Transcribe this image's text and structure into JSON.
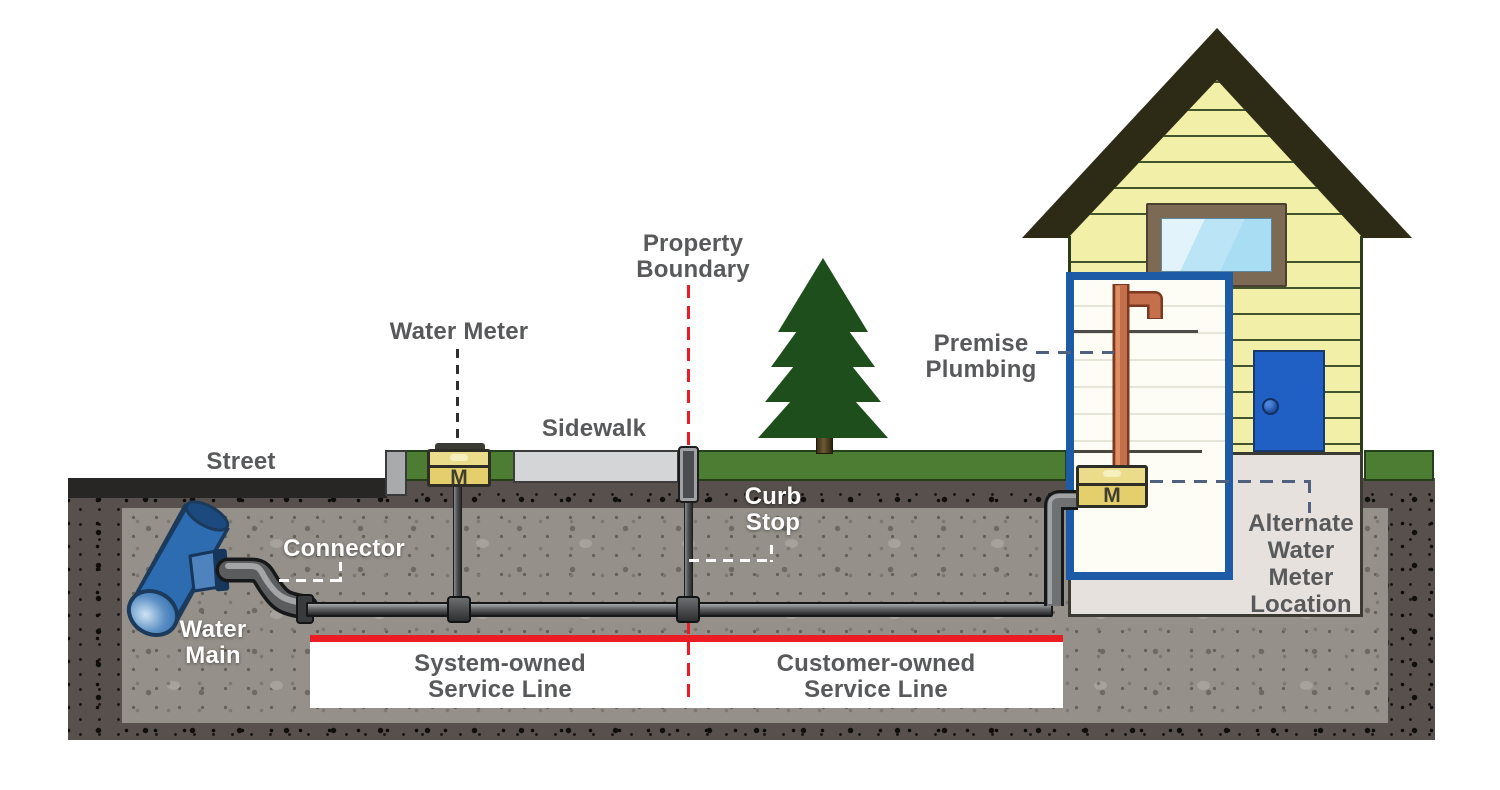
{
  "diagram": {
    "type": "water-service-line-cross-section",
    "title": "Water service line ownership diagram"
  },
  "labels": {
    "street": "Street",
    "water_meter": "Water Meter",
    "sidewalk": "Sidewalk",
    "property_boundary": "Property\nBoundary",
    "curb_stop": "Curb\nStop",
    "connector": "Connector",
    "water_main": "Water\nMain",
    "premise_plumbing": "Premise\nPlumbing",
    "alternate_water_meter_location": "Alternate\nWater\nMeter\nLocation",
    "system_owned": "System-owned\nService Line",
    "customer_owned": "Customer-owned\nService Line",
    "street_meter_letter": "M",
    "basement_meter_letter": "M"
  },
  "colors": {
    "accent_red": "#ec1c24",
    "label_gray": "#58595b",
    "label_white": "#ffffff",
    "grass_green": "#4c7d33",
    "water_main_blue": "#2d6cb1",
    "copper_pipe": "#c4704d",
    "house_siding_yellow": "#f2f0a8",
    "roof_dark_olive": "#2d2a16",
    "door_blue": "#2060c4",
    "cutaway_border_blue": "#1d5ba6",
    "meter_yellow": "#e4cf6c",
    "tree_green": "#1f4e1d"
  }
}
